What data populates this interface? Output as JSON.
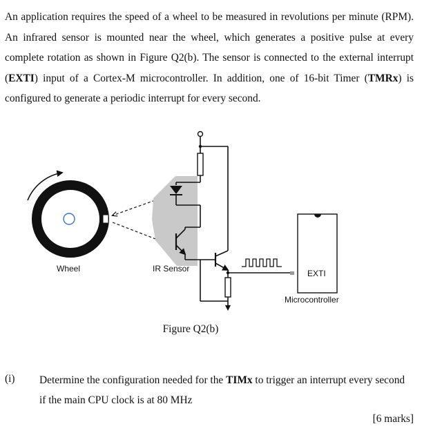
{
  "intro": {
    "part1": "An application requires the speed of a wheel to be measured in revolutions per minute (RPM). An infrared sensor is mounted near the wheel, which generates a positive pulse at every complete rotation as shown in Figure Q2(b). The sensor is connected to the external interrupt (",
    "exti_bold": "EXTI",
    "part2": ") input of a Cortex-M microcontroller. In addition, one of 16-bit Timer (",
    "tmrx_bold": "TMRx",
    "part3": ") is configured to generate a periodic interrupt for every second."
  },
  "figure": {
    "labels": {
      "wheel": "Wheel",
      "ir_sensor": "IR Sensor",
      "exti": "EXTI",
      "microcontroller": "Microcontroller"
    },
    "caption": "Figure Q2(b)"
  },
  "question": {
    "number": "(i)",
    "text_part1": "Determine the configuration needed for the ",
    "timx_bold": "TIMx",
    "text_part2": " to trigger an interrupt every second if the main CPU clock is at 80 MHz",
    "marks": "[6 marks]"
  }
}
